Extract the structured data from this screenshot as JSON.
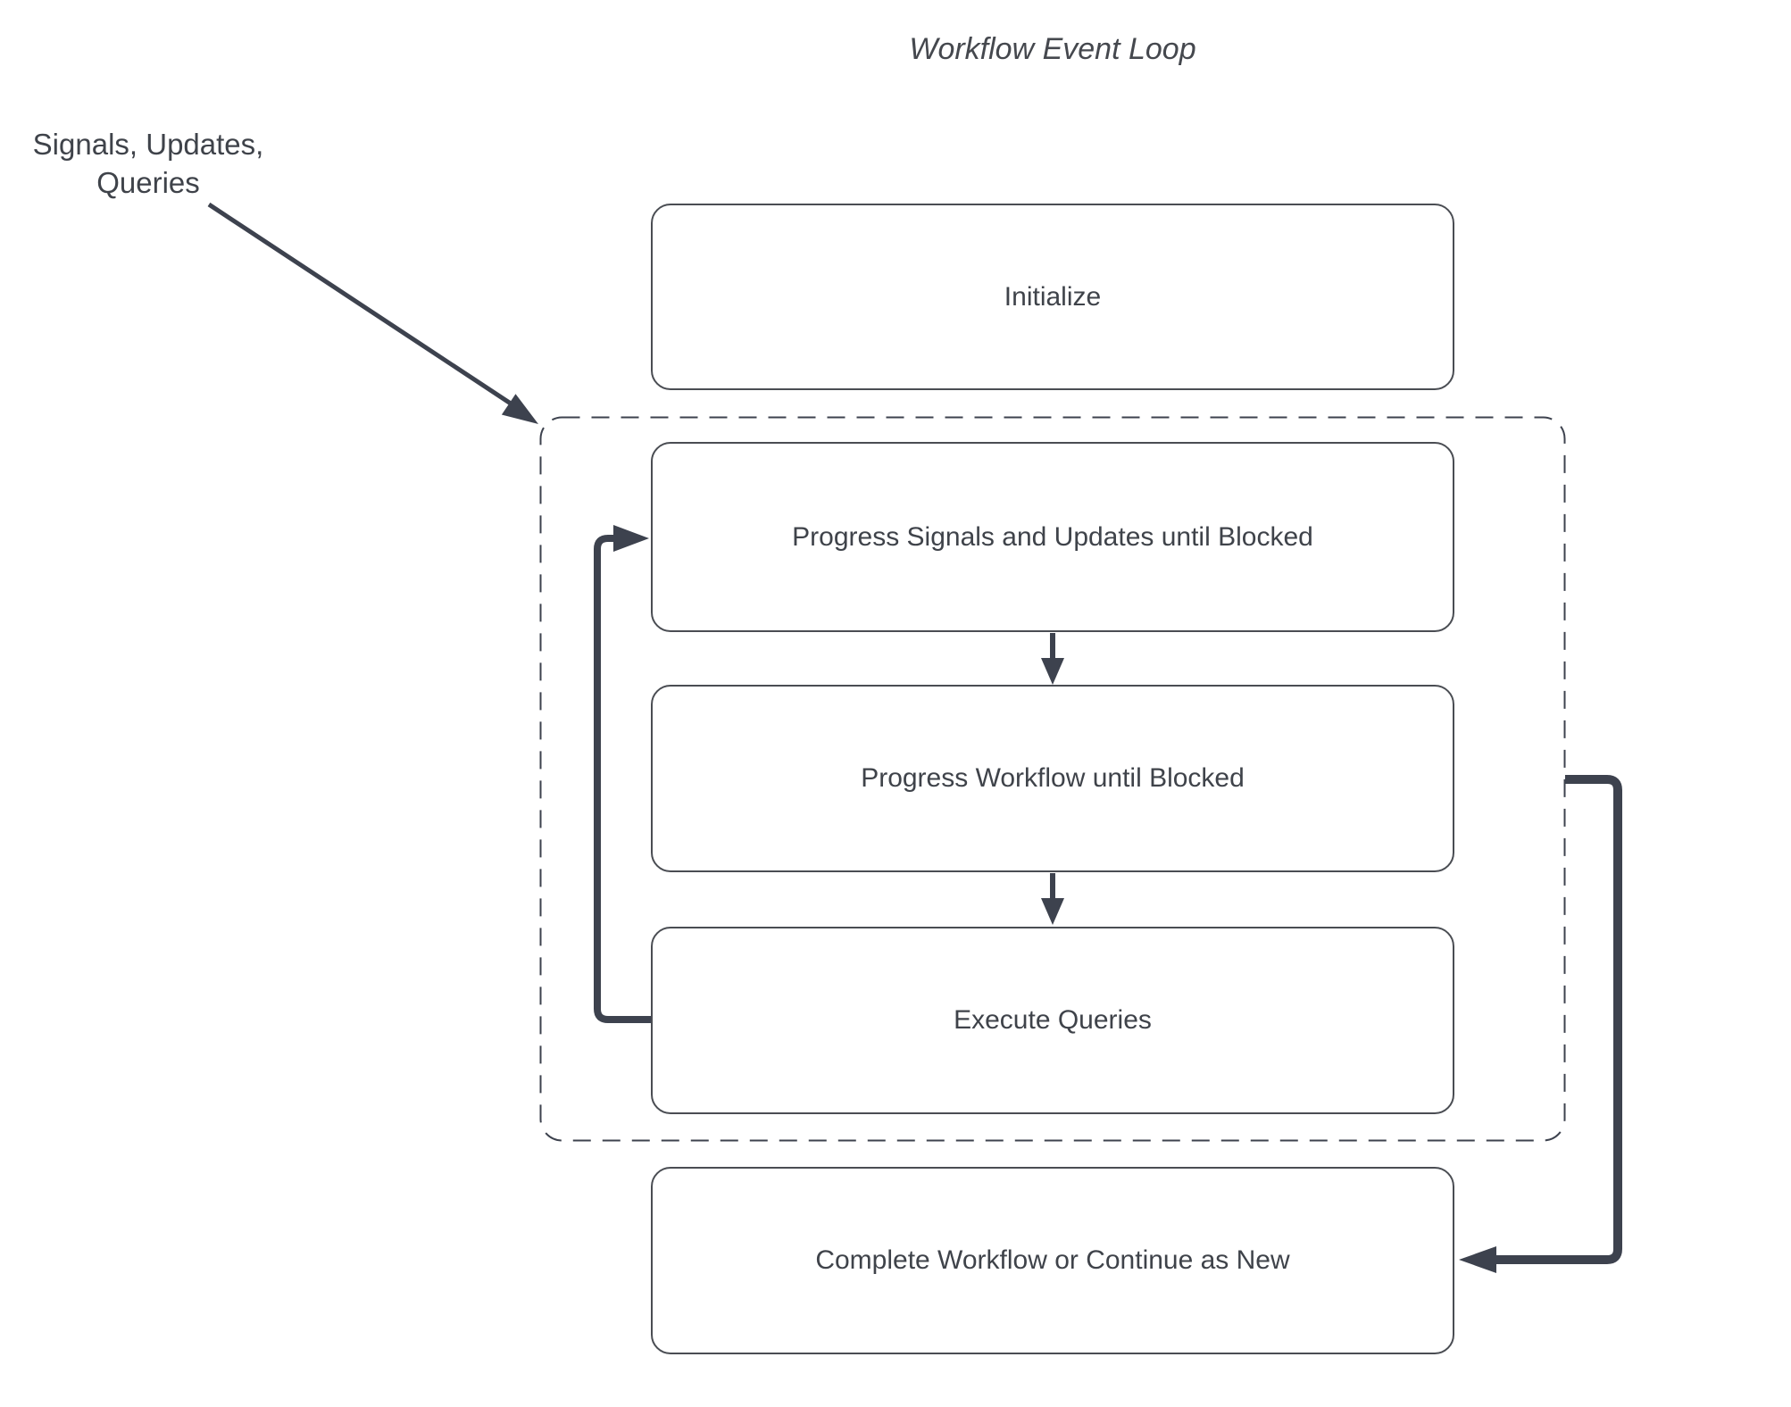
{
  "title": "Workflow Event Loop",
  "annotation": {
    "line1": "Signals, Updates,",
    "line2": "Queries"
  },
  "nodes": {
    "initialize": "Initialize",
    "progress_signals": "Progress Signals and Updates until Blocked",
    "progress_workflow": "Progress Workflow until Blocked",
    "execute_queries": "Execute Queries",
    "complete": "Complete Workflow or Continue as New"
  },
  "colors": {
    "line": "#3d424e",
    "box_border": "#4a4d53",
    "text": "#3f434a"
  }
}
